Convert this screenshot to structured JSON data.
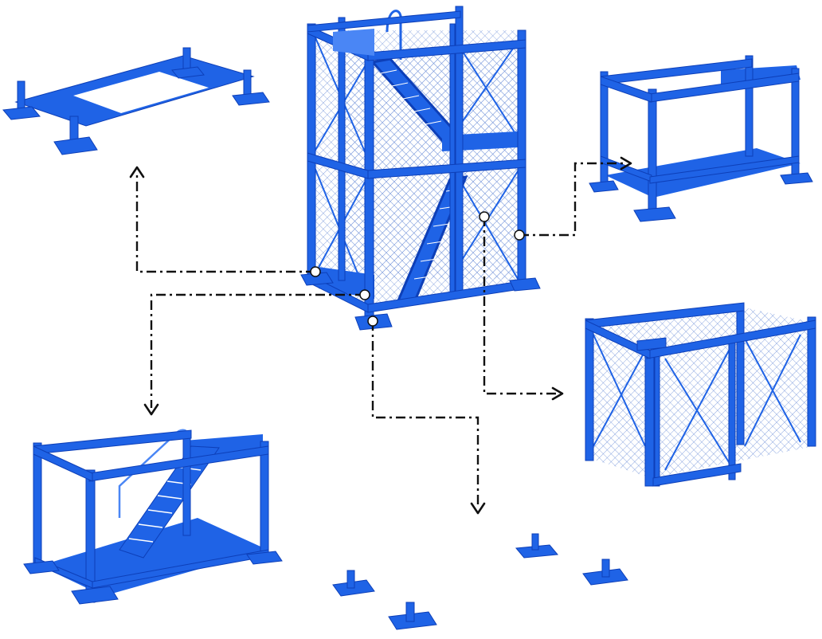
{
  "colors": {
    "steel_blue": "#1f63e6",
    "steel_dark": "#0d3fb8",
    "steel_light": "#4a86f5",
    "mesh": "#6d8fd8",
    "leader_line": "#111111",
    "marker_fill": "#ffffff"
  },
  "components": [
    {
      "id": "tower",
      "kind": "assembled-two-level-stair-tower"
    },
    {
      "id": "top-deck-frame",
      "kind": "top-frame-with-deck"
    },
    {
      "id": "open-frame-module",
      "kind": "open-frame-with-deck"
    },
    {
      "id": "stair-module",
      "kind": "frame-with-stair-and-handrail"
    },
    {
      "id": "mesh-panel-module",
      "kind": "mesh-guard-panel-module"
    },
    {
      "id": "base-feet",
      "kind": "base-foot-plates",
      "count": 4
    }
  ],
  "callouts": [
    {
      "from": "tower",
      "to": "top-deck-frame",
      "line_style": "dash-dot"
    },
    {
      "from": "tower",
      "to": "open-frame-module",
      "line_style": "dash-dot"
    },
    {
      "from": "tower",
      "to": "stair-module",
      "line_style": "dash-dot"
    },
    {
      "from": "tower",
      "to": "mesh-panel-module",
      "line_style": "dash-dot"
    },
    {
      "from": "tower",
      "to": "base-feet",
      "line_style": "dash-dot"
    }
  ]
}
